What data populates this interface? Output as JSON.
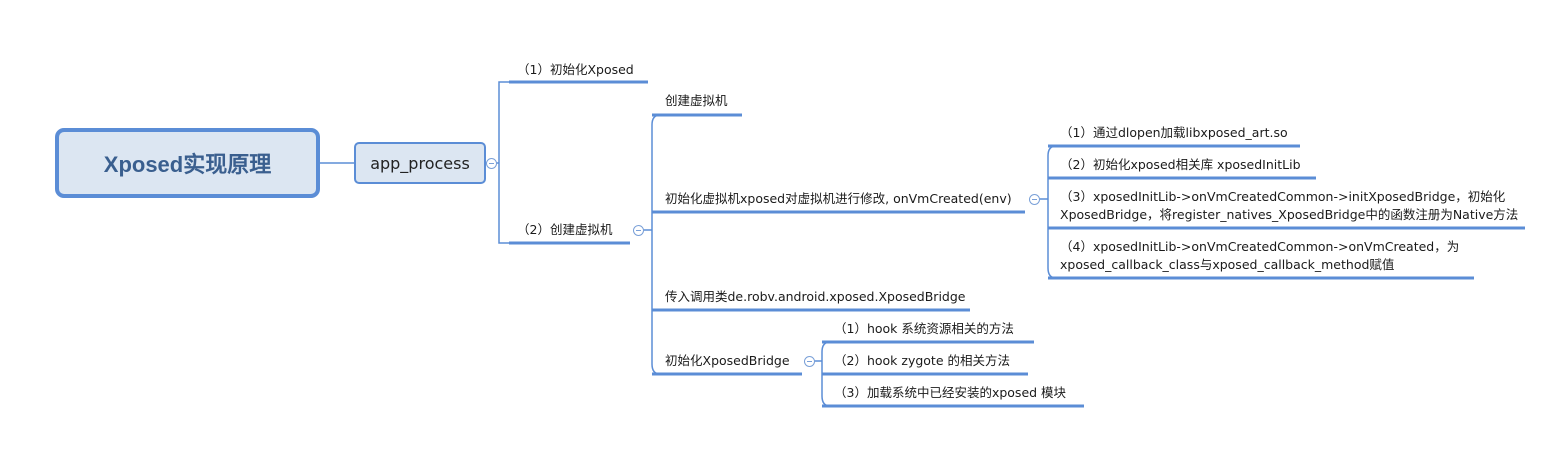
{
  "root": {
    "label": "Xposed实现原理"
  },
  "main": {
    "label": "app_process"
  },
  "level1": [
    {
      "label": "（1）初始化Xposed"
    },
    {
      "label": "（2）创建虚拟机"
    }
  ],
  "level2": [
    {
      "label": "创建虚拟机"
    },
    {
      "label": "初始化虚拟机xposed对虚拟机进行修改, onVmCreated(env)"
    },
    {
      "label": "传入调用类de.robv.android.xposed.XposedBridge"
    },
    {
      "label": "初始化XposedBridge"
    }
  ],
  "vm_children": [
    {
      "lines": [
        "（1）通过dlopen加载libxposed_art.so"
      ]
    },
    {
      "lines": [
        "（2）初始化xposed相关库 xposedInitLib"
      ]
    },
    {
      "lines": [
        "（3）xposedInitLib->onVmCreatedCommon->initXposedBridge，初始化",
        "XposedBridge，将register_natives_XposedBridge中的函数注册为Native方法"
      ]
    },
    {
      "lines": [
        "（4）xposedInitLib->onVmCreatedCommon->onVmCreated，为",
        "xposed_callback_class与xposed_callback_method赋值"
      ]
    }
  ],
  "bridge_children": [
    {
      "label": "（1）hook 系统资源相关的方法"
    },
    {
      "label": "（2）hook zygote 的相关方法"
    },
    {
      "label": "（3）加载系统中已经安装的xposed 模块"
    }
  ],
  "colors": {
    "line": "#5b8dd6",
    "node_fill": "#dce6f2"
  }
}
